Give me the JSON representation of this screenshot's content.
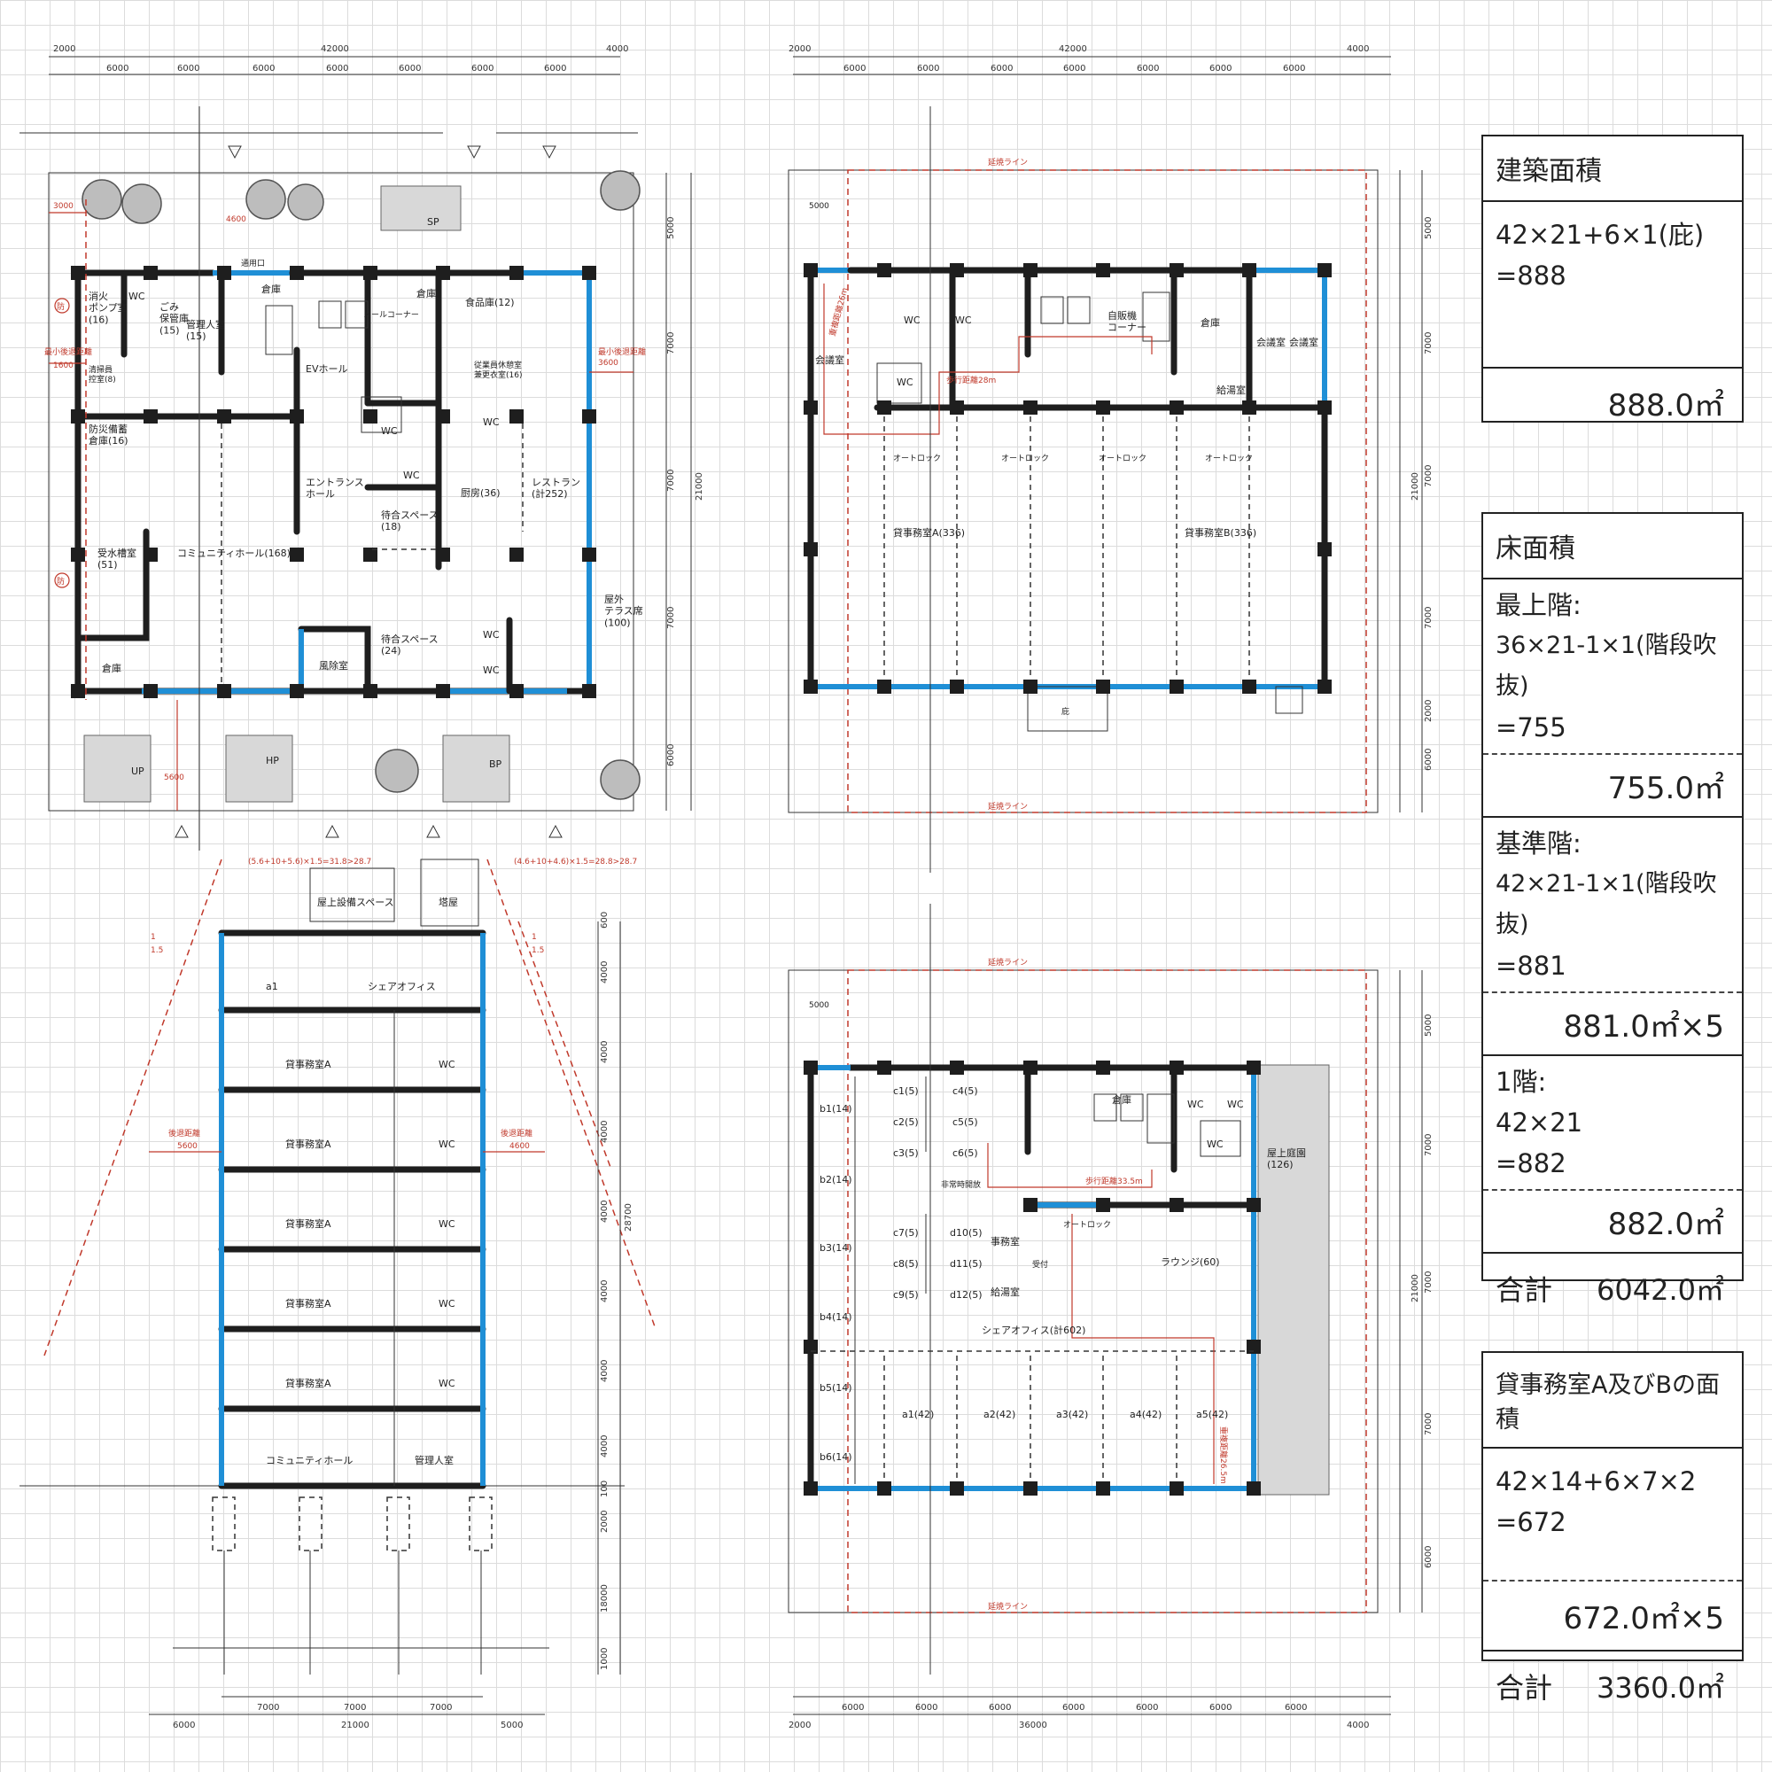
{
  "plan1": {
    "dims_top_total": "42000",
    "dims_top_left": "2000",
    "dims_top_right": "4000",
    "dims_bay": "6000",
    "dims_right": [
      "5000",
      "7000",
      "7000",
      "7000",
      "6000"
    ],
    "dims_right_total": "21000",
    "rooms": {
      "shoukaponpu": "消火\nポンプ室\n(16)",
      "wc": "WC",
      "gomi": "ごみ\n保管庫\n(15)",
      "kanrinin": "管理人室\n(15)",
      "souko": "倉庫",
      "tsuuyouguchi": "通用口",
      "ev_hall": "EVホール",
      "mail": "メールコーナー",
      "shokuhinko": "食品庫(12)",
      "juugyouin": "従業員休憩室\n兼更衣室(16)",
      "seisougu": "清掃員\n控室(8)",
      "bousai": "防災備蓄\n倉庫(16)",
      "entrance": "エントランス\nホール",
      "machiai1": "待合スペース\n(18)",
      "chuubou": "厨房(36)",
      "restaurant": "レストラン\n(計252)",
      "jusuisou": "受水槽室\n(51)",
      "community": "コミュニティホール(168)",
      "machiai2": "待合スペース\n(24)",
      "okugai": "屋外\nテラス席\n(100)",
      "fuujo": "風除室",
      "sp": "SP",
      "up": "UP",
      "hp": "HP",
      "bp": "BP"
    },
    "red_notes": {
      "n3000": "3000",
      "min_back": "最小後退距離",
      "n1600": "1600",
      "n4600": "4600",
      "n3600": "3600",
      "n5600": "5600",
      "boushi": "防"
    }
  },
  "plan2": {
    "dims_top_total": "42000",
    "dims_top_left": "2000",
    "dims_top_right": "4000",
    "dims_bay": "6000",
    "dims_right": [
      "5000",
      "7000",
      "7000",
      "7000",
      "2000",
      "6000"
    ],
    "dims_right_total": "21000",
    "enkai_line": "延焼ライン",
    "n5000": "5000",
    "rooms": {
      "kaigishitsu": "会議室",
      "wc": "WC",
      "jihanki": "自販機\nコーナー",
      "souko": "倉庫",
      "kyuutou": "給湯室",
      "autolock": "オートロック",
      "officeA": "貸事務室A(336)",
      "officeB": "貸事務室B(336)",
      "hisashi": "庇",
      "hokou": "歩行距離28m",
      "juufuku": "重複距離26m"
    }
  },
  "plan3": {
    "dims_top_total": "36000",
    "dims_top_left": "2000",
    "dims_top_right": "4000",
    "dims_bay": "6000",
    "dims_right": [
      "5000",
      "7000",
      "7000",
      "7000",
      "6000"
    ],
    "dims_right_total": "21000",
    "enkai_line": "延焼ライン",
    "n5000": "5000",
    "rooms": {
      "b1": "b1(14)",
      "b2": "b2(14)",
      "b3": "b3(14)",
      "b4": "b4(14)",
      "b5": "b5(14)",
      "b6": "b6(14)",
      "c1": "c1(5)",
      "c2": "c2(5)",
      "c3": "c3(5)",
      "c4": "c4(5)",
      "c5": "c5(5)",
      "c6": "c6(5)",
      "c7": "c7(5)",
      "c8": "c8(5)",
      "c9": "c9(5)",
      "d10": "d10(5)",
      "d11": "d11(5)",
      "d12": "d12(5)",
      "jimushitsu": "事務室",
      "uketsuke": "受付",
      "kyuutou": "給湯室",
      "souko": "倉庫",
      "wc": "WC",
      "okujou": "屋上庭園\n(126)",
      "lounge": "ラウンジ(60)",
      "share": "シェアオフィス(計602)",
      "a1": "a1(42)",
      "a2": "a2(42)",
      "a3": "a3(42)",
      "a4": "a4(42)",
      "a5": "a5(42)",
      "autolock": "オートロック",
      "hijouji": "非常時開放",
      "hokou": "歩行距離33.5m",
      "juufuku": "重複距離26.5m"
    }
  },
  "section": {
    "slant_left": "(5.6+10+5.6)×1.5=31.8>28.7",
    "slant_right": "(4.6+10+4.6)×1.5=28.8>28.7",
    "okujou_setsubi": "屋上設備スペース",
    "touya": "塔屋",
    "share_office": "シェアオフィス",
    "a1": "a1",
    "office_a": "貸事務室A",
    "wc": "WC",
    "community": "コミュニティホール",
    "kanrinin": "管理人室",
    "koutai": "後退距離",
    "n5600": "5600",
    "n4600": "4600",
    "n15": "1.5",
    "n1": "1",
    "dims_right": [
      "600",
      "4000",
      "4000",
      "4000",
      "4000",
      "4000",
      "4000",
      "4000",
      "100",
      "2000",
      "18000",
      "1000"
    ],
    "dims_right_total": "28700",
    "dims_bottom_bay": "7000",
    "dims_bottom_total": "21000",
    "dims_bottom_left": "6000",
    "dims_bottom_right": "5000"
  },
  "tables": {
    "kenchiku": {
      "head": "建築面積",
      "formula1": "42×21+6×1(庇)",
      "formula2": "=888",
      "result": "888.0㎡"
    },
    "yuka": {
      "head": "床面積",
      "top_label": "最上階:",
      "top_f1": "36×21-1×1(階段吹抜)",
      "top_f2": "=755",
      "top_res": "755.0㎡",
      "std_label": "基準階:",
      "std_f1": "42×21-1×1(階段吹抜)",
      "std_f2": "=881",
      "std_res": "881.0㎡×5",
      "first_label": "1階:",
      "first_f1": "42×21",
      "first_f2": "=882",
      "first_res": "882.0㎡",
      "total_label": "合計",
      "total_val": "6042.0㎡"
    },
    "kashi": {
      "head": "貸事務室A及びBの面積",
      "f1": "42×14+6×7×2",
      "f2": "=672",
      "res": "672.0㎡×5",
      "total_label": "合計",
      "total_val": "3360.0㎡"
    }
  }
}
